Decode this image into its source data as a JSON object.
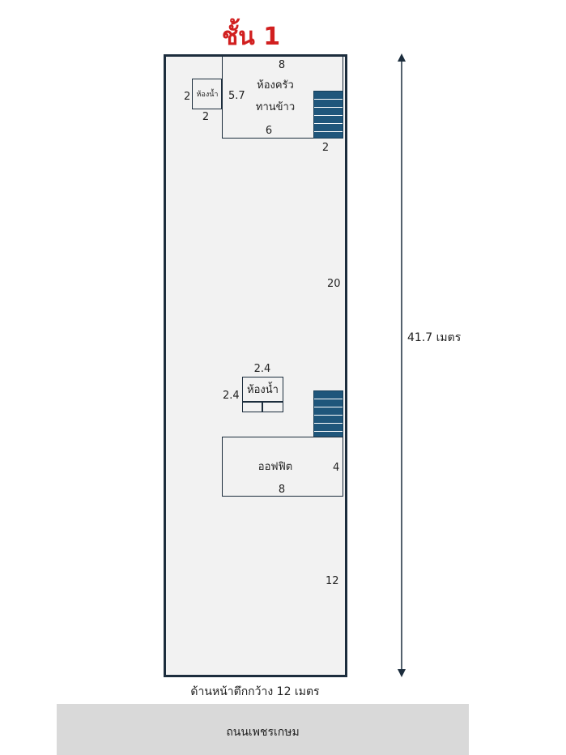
{
  "floor_title": "ชั้น 1",
  "kitchen": {
    "label_line1": "ห้องครัว",
    "label_line2": "ทานข้าว",
    "width_top": "8",
    "width_bottom": "6",
    "height": "5.7"
  },
  "small_bathroom": {
    "label": "ห้องน้ำ",
    "height": "2",
    "width": "2"
  },
  "upper_stairs": {
    "width": "2"
  },
  "side_length_upper": "20",
  "middle_bathroom": {
    "label": "ห้องน้ำ",
    "width": "2.4",
    "height": "2.4"
  },
  "office": {
    "label": "ออฟฟิต",
    "height": "4",
    "width": "8"
  },
  "side_length_lower": "12",
  "total_length": "41.7 เมตร",
  "front_width": "ด้านหน้าตึกกว้าง  12 เมตร",
  "road": "ถนนเพชรเกษม",
  "colors": {
    "title": "#d11f1f",
    "stairs": "#1f567b",
    "outline": "#1c2d3d",
    "road": "#d9d9d9"
  }
}
